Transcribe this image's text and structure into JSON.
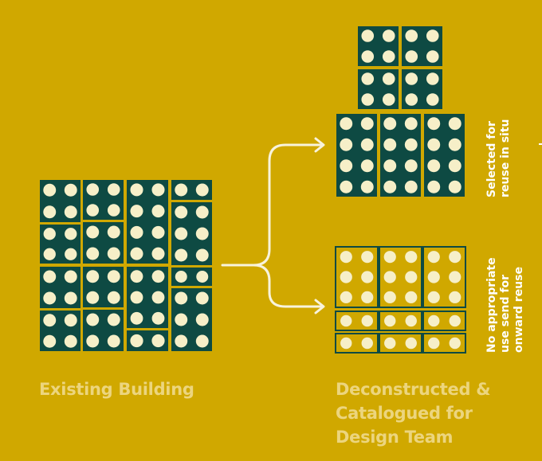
{
  "labels": {
    "existing_building": "Existing Building",
    "deconstructed_line1": "Deconstructed &",
    "deconstructed_line2": "Catalogued for",
    "deconstructed_line3": "Design Team",
    "selected_line1": "Selected for",
    "selected_line2": "reuse in situ",
    "onward_line1": "No appropriate",
    "onward_line2": "use send for",
    "onward_line3": "onward reuse"
  },
  "colors": {
    "background": "#d0a800",
    "block_dark": "#0e4a43",
    "stud": "#f6efc8",
    "arrow": "#f8f3dc",
    "label_text": "#ecd57e"
  },
  "icons": [
    "branching-arrow-icon"
  ]
}
